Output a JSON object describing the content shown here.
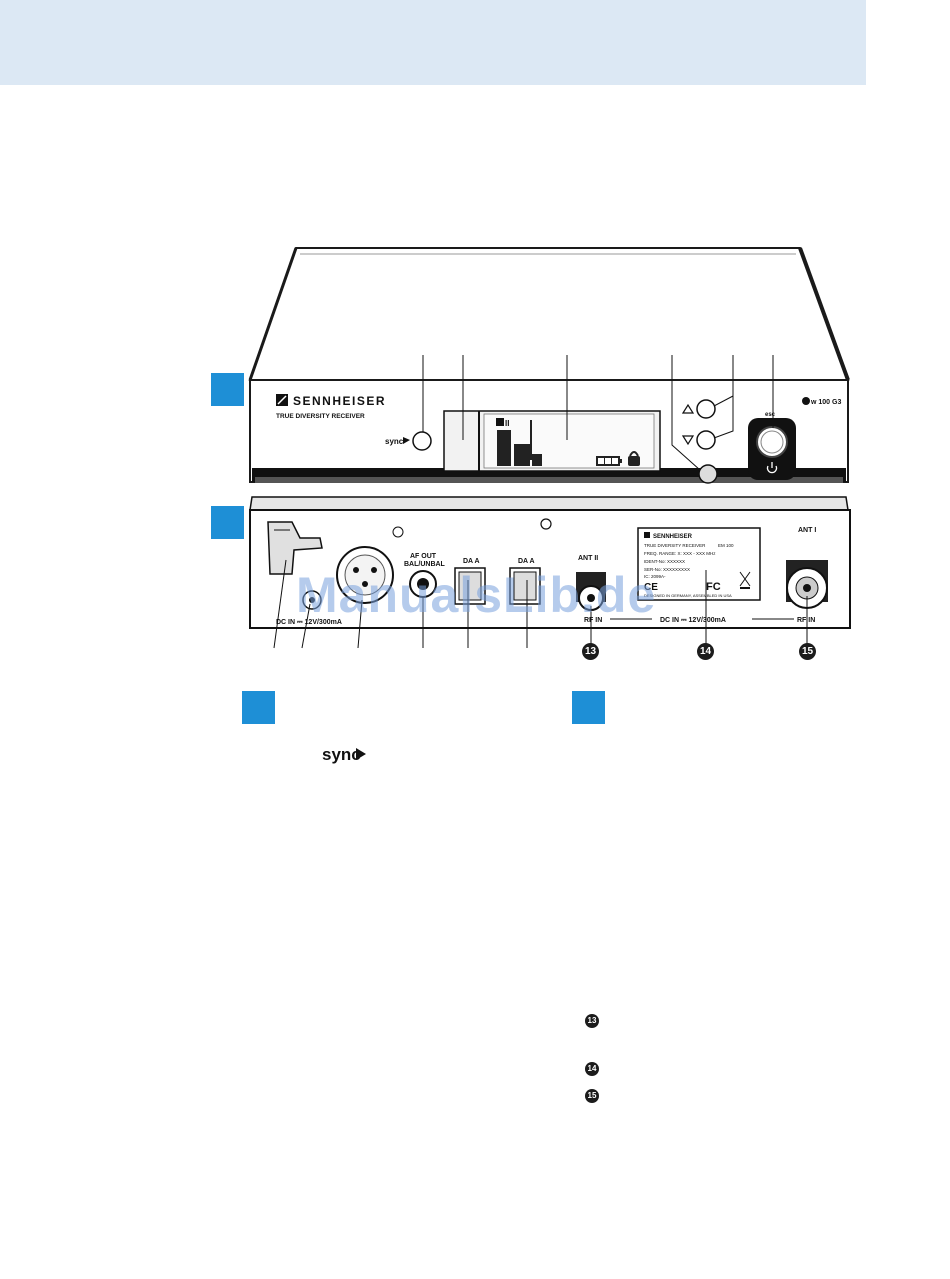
{
  "page": {
    "accent": "#1e8fd6",
    "band_color": "#dce8f4"
  },
  "front_panel": {
    "brand": "SENNHEISER",
    "subtitle": "TRUE DIVERSITY RECEIVER",
    "sync_label": "sync",
    "model_badge": "w 100 G3",
    "esc_label": "esc",
    "display_channel": "II"
  },
  "rear_panel": {
    "af_out_label": "AF OUT",
    "af_out_sub": "BAL/UNBAL",
    "data_label_1": "DA A",
    "data_label_2": "DA A",
    "ant2_label": "ANT II",
    "ant1_label": "ANT I",
    "rf_in_2": "RF IN",
    "rf_in_1": "RF IN",
    "dc_in_left": "DC IN ⎓ 12V/300mA",
    "dc_in_right": "DC IN ⎓ 12V/300mA",
    "nameplate": {
      "brand": "SENNHEISER",
      "line1": "TRUE DIVERSITY RECEIVER",
      "line1_model": "EM 100",
      "line2": "FREQ. RANGE:   X: XXX - XXX   MHz",
      "line3": "IDENT-No:   XXXXXX",
      "line4": "SER-No:   XXXXXXXXX",
      "line5": "IC: 2099A-",
      "line6": "DESIGNED IN GERMANY, ASSEMBLED IN USA",
      "ce": "CE",
      "fcc": "FC"
    }
  },
  "callouts": {
    "c13": "13",
    "c14": "14",
    "c15": "15"
  },
  "legend": {
    "sync_logo_text": "sync",
    "item13": "13",
    "item14": "14",
    "item15": "15"
  },
  "watermark": "ManualsLib.de"
}
